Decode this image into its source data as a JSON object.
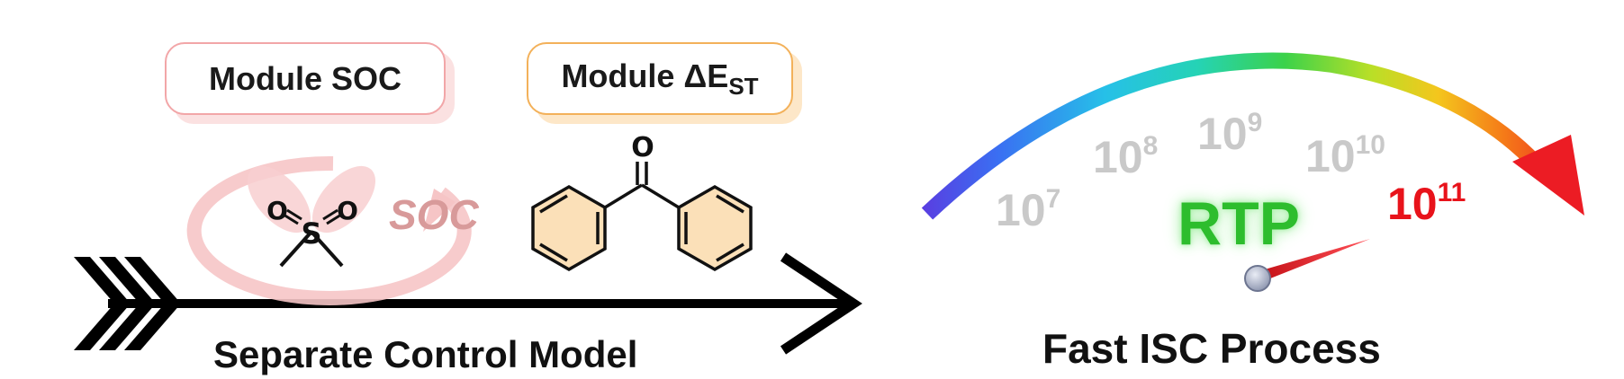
{
  "modules": {
    "soc_label": "Module SOC",
    "est_label_main": "Module ΔE",
    "est_label_sub": "ST"
  },
  "soc_arrow_label": "SOC",
  "left_caption": "Separate Control Model",
  "gauge": {
    "labels": [
      {
        "base": "10",
        "exp": "7"
      },
      {
        "base": "10",
        "exp": "8"
      },
      {
        "base": "10",
        "exp": "9"
      },
      {
        "base": "10",
        "exp": "10"
      },
      {
        "base": "10",
        "exp": "11"
      }
    ],
    "center_label": "RTP",
    "caption": "Fast ISC Process"
  },
  "molecules": {
    "sulfone_atoms": [
      "O",
      "O",
      "S"
    ],
    "benzophenone_atom": "O"
  },
  "colors": {
    "soc_border": "#f2a6a8",
    "est_border": "#f3b15a",
    "rtp_green": "#2dbd2d",
    "highlight_red": "#e8131b",
    "gray_label": "#c9c9c9",
    "ring_fill": "#fbe0b8"
  }
}
